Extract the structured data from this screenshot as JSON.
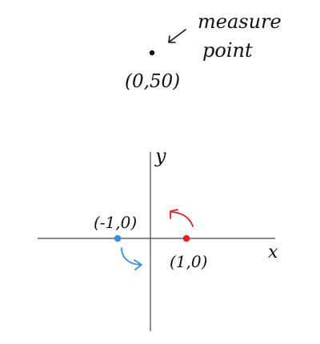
{
  "annotation": {
    "line1": "measure",
    "line2": "point"
  },
  "points": {
    "measure_label": "(0,50)",
    "left_label": "(-1,0)",
    "right_label": "(1,0)"
  },
  "axes": {
    "x_label": "x",
    "y_label": "y"
  },
  "colors": {
    "ink": "#111111",
    "axis": "#444444",
    "left_charge": "#3a8ee6",
    "right_charge": "#e02424"
  },
  "icons": {
    "measure_point": "dot",
    "left_rotation": "clockwise-arc-arrow",
    "right_rotation": "counterclockwise-arc-arrow"
  }
}
